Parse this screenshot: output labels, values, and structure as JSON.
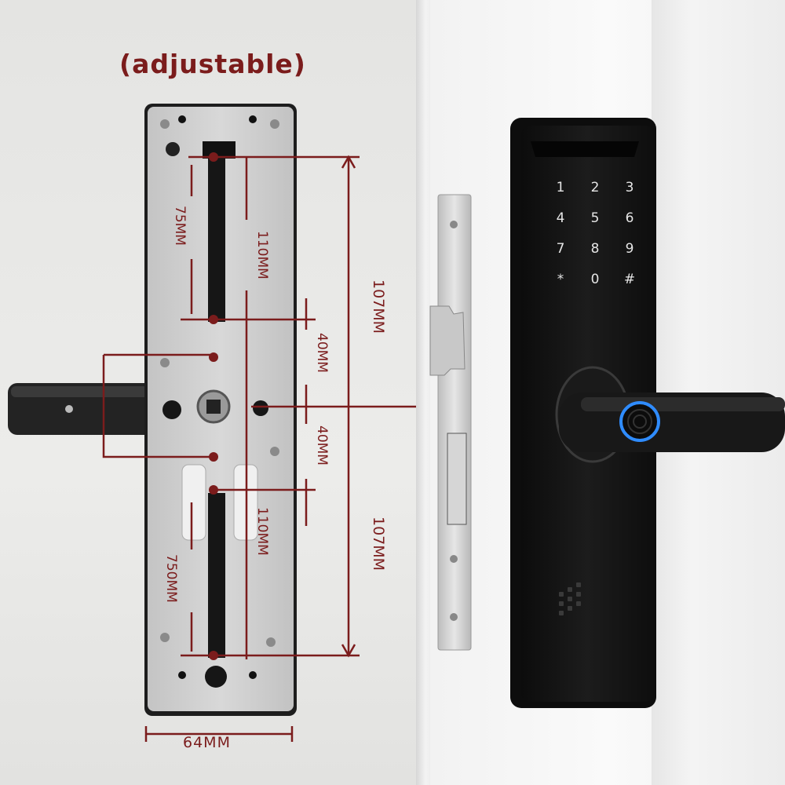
{
  "header": {
    "title": "(adjustable)"
  },
  "dimensions": {
    "top_spindle": "75MM",
    "top_bolt": "110MM",
    "top_total": "107MM",
    "upper_mid": "40MM",
    "lower_mid": "40MM",
    "bottom_bolt": "110MM",
    "bottom_spindle": "750MM",
    "bottom_total": "107MM",
    "width": "64MM"
  },
  "keypad": {
    "keys": [
      "1",
      "2",
      "3",
      "4",
      "5",
      "6",
      "7",
      "8",
      "9",
      "*",
      "0",
      "#"
    ]
  },
  "colors": {
    "dimension": "#7b1c1c",
    "lock_body": "#141414",
    "plate": "#cfcfcf",
    "fingerprint_ring": "#2f8cff"
  },
  "icons": {
    "fingerprint": "fingerprint-icon",
    "speaker": "speaker-grille-icon"
  }
}
